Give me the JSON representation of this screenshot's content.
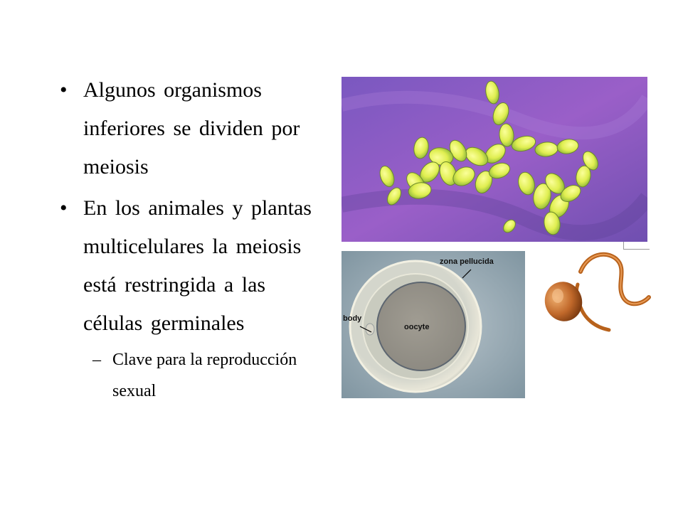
{
  "bullets": [
    {
      "text": "Algunos organismos inferiores se dividen por meiosis"
    },
    {
      "text": "En los animales y plantas multicelulares la meiosis está restringida a las células germinales"
    }
  ],
  "sub_bullets": [
    {
      "text": "Clave para la reproducción sexual"
    }
  ],
  "bullet_glyph": "•",
  "sub_bullet_glyph": "–",
  "images": {
    "oocyte": {
      "labels": {
        "zona": "zona pellucida",
        "body": "body",
        "oocyte": "oocyte"
      }
    }
  },
  "colors": {
    "bacteria_background": "#8a5cc6",
    "bacteria_cells": "#e6f25c",
    "oocyte_background": "#8aa0ac",
    "sperm": "#b8621c"
  }
}
